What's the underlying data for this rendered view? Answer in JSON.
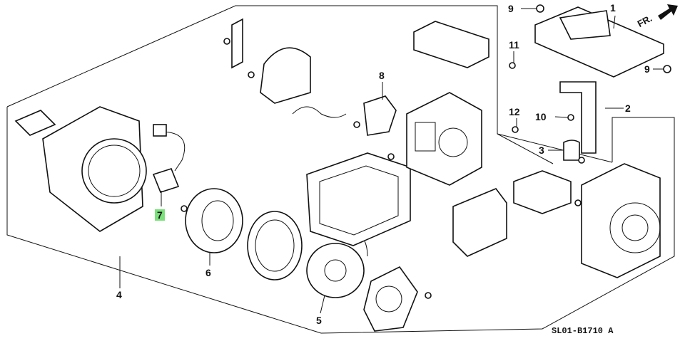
{
  "diagram": {
    "callouts": [
      {
        "id": "1",
        "label": "1"
      },
      {
        "id": "2",
        "label": "2"
      },
      {
        "id": "3",
        "label": "3"
      },
      {
        "id": "4",
        "label": "4"
      },
      {
        "id": "5",
        "label": "5"
      },
      {
        "id": "6",
        "label": "6"
      },
      {
        "id": "7",
        "label": "7",
        "highlighted": true
      },
      {
        "id": "8",
        "label": "8"
      },
      {
        "id": "9a",
        "label": "9"
      },
      {
        "id": "9b",
        "label": "9"
      },
      {
        "id": "10",
        "label": "10"
      },
      {
        "id": "11",
        "label": "11"
      },
      {
        "id": "12",
        "label": "12"
      }
    ],
    "direction_marker": "FR.",
    "diagram_code": "SL01-B1710 A",
    "highlight_color": "#7be07b"
  }
}
